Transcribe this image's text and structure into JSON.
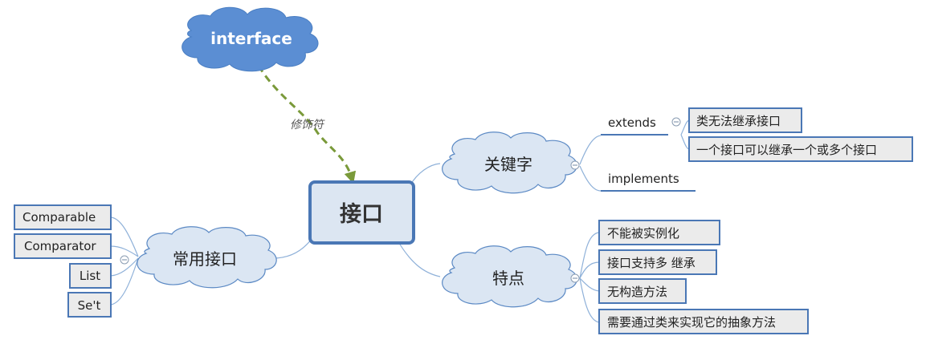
{
  "root": {
    "label": "接口"
  },
  "modifier_node": {
    "label": "interface"
  },
  "modifier_edge": {
    "label": "修饰符"
  },
  "branches": {
    "keywords": {
      "label": "关键字",
      "extends": {
        "label": "extends",
        "children": [
          "类无法继承接口",
          "一个接口可以继承一个或多个接口"
        ]
      },
      "implements": {
        "label": "implements"
      }
    },
    "features": {
      "label": "特点",
      "children": [
        "不能被实例化",
        "接口支持多 继承",
        "无构造方法",
        "需要通过类来实现它的抽象方法"
      ]
    },
    "common": {
      "label": "常用接口",
      "children": [
        "Comparable",
        "Comparator",
        "List",
        "Se't"
      ]
    }
  },
  "colors": {
    "cloud_fill": "#dbe6f3",
    "cloud_stroke": "#5b89c4",
    "interface_cloud": "#5b8ed3",
    "box_border": "#4a77b5",
    "dashed_arrow": "#7a9a3a"
  }
}
